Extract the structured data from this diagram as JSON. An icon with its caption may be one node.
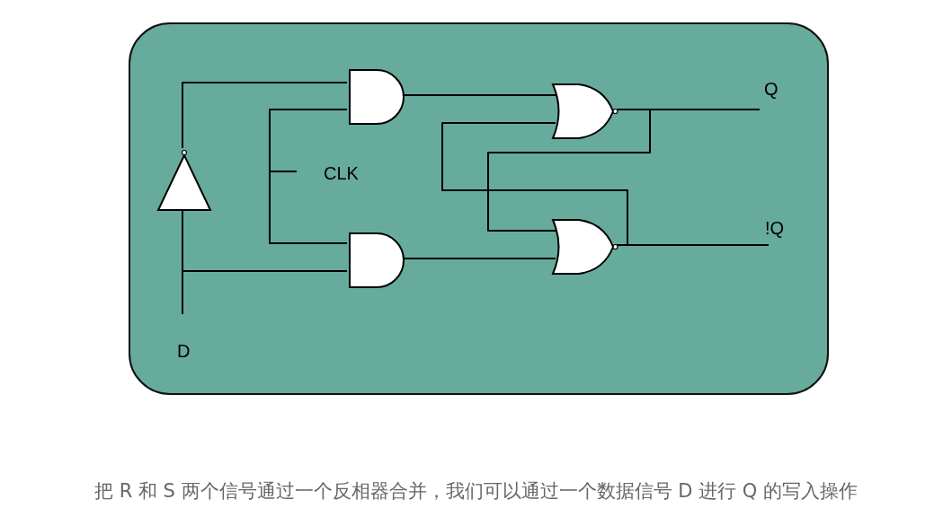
{
  "diagram": {
    "caption": "把 R 和 S 两个信号通过一个反相器合并，我们可以通过一个数据信号 D 进行 Q 的写入操作",
    "nodes": [
      {
        "text": [],
        "shape": "box"
      },
      {
        "text": [],
        "shape": "triangle",
        "in": 0
      },
      {
        "text": [],
        "shape": "gate",
        "in": 0
      },
      {
        "text": [],
        "shape": "gate",
        "in": 0
      },
      {
        "text": [],
        "shape": "gate",
        "in": 0
      },
      {
        "text": [],
        "shape": "gate",
        "in": 0
      },
      {
        "text": [
          "D"
        ],
        "in": 0
      },
      {
        "text": [
          "CLK"
        ],
        "in": 0
      },
      {
        "text": [
          "Q"
        ],
        "in": 0
      },
      {
        "text": [
          "!Q"
        ],
        "in": 0
      }
    ],
    "edges": [
      {
        "from": 6,
        "to": 1,
        "arrow": "none"
      },
      {
        "from": 6,
        "to": 3,
        "arrow": "none"
      },
      {
        "from": 1,
        "to": 2,
        "arrow": "none"
      },
      {
        "from": 7,
        "to": 2,
        "arrow": "none"
      },
      {
        "from": 7,
        "to": 3,
        "arrow": "none"
      },
      {
        "from": 2,
        "to": 4,
        "arrow": "none"
      },
      {
        "from": 3,
        "to": 5,
        "arrow": "none"
      },
      {
        "from": 4,
        "to": 8,
        "arrow": "none"
      },
      {
        "from": 5,
        "to": 9,
        "arrow": "none"
      },
      {
        "from": 4,
        "to": 5,
        "arrow": "none"
      },
      {
        "from": 5,
        "to": 4,
        "arrow": "none"
      }
    ]
  }
}
